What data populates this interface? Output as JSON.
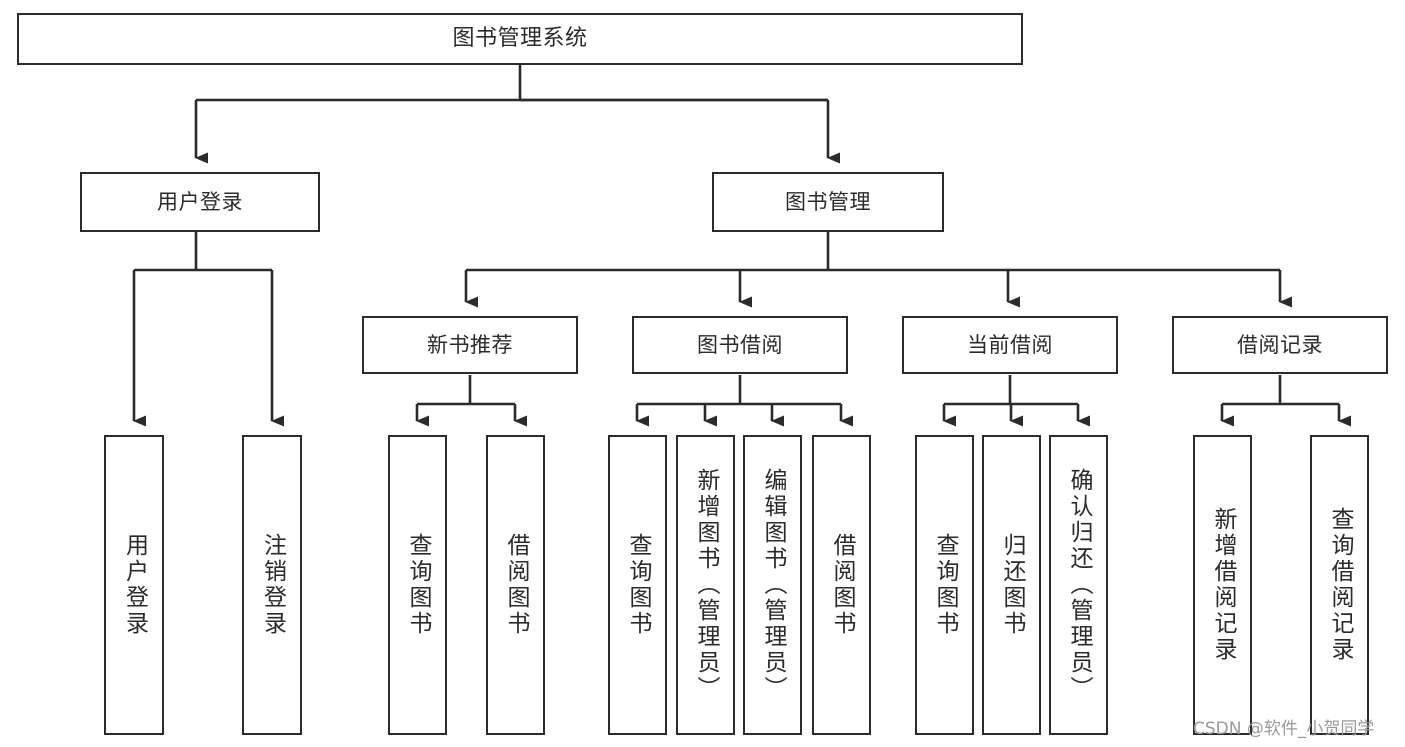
{
  "diagram": {
    "type": "tree-hierarchy-chart",
    "title": "图书管理系统",
    "orientation": "top-down",
    "stroke_color": "#2b2b2b",
    "fill_color": "#ffffff",
    "background_color": "#ffffff"
  },
  "nodes": {
    "root": {
      "label": "图书管理系统",
      "level": 0
    },
    "level1": [
      {
        "id": "user-login",
        "label": "用户登录"
      },
      {
        "id": "book-manage",
        "label": "图书管理"
      }
    ],
    "level2": [
      {
        "id": "new-book-recommend",
        "label": "新书推荐",
        "parent": "book-manage"
      },
      {
        "id": "book-borrow",
        "label": "图书借阅",
        "parent": "book-manage"
      },
      {
        "id": "current-borrow",
        "label": "当前借阅",
        "parent": "book-manage"
      },
      {
        "id": "borrow-record",
        "label": "借阅记录",
        "parent": "book-manage"
      }
    ],
    "leaves": {
      "user-login": [
        {
          "id": "leaf-user-login",
          "label": "用户登录"
        },
        {
          "id": "leaf-logout",
          "label": "注销登录"
        }
      ],
      "new-book-recommend": [
        {
          "id": "leaf-query-book-1",
          "label": "查询图书"
        },
        {
          "id": "leaf-borrow-book-1",
          "label": "借阅图书"
        }
      ],
      "book-borrow": [
        {
          "id": "leaf-query-book-2",
          "label": "查询图书"
        },
        {
          "id": "leaf-add-book",
          "label": "新增图书（管理员）"
        },
        {
          "id": "leaf-edit-book",
          "label": "编辑图书（管理员）"
        },
        {
          "id": "leaf-borrow-book-2",
          "label": "借阅图书"
        }
      ],
      "current-borrow": [
        {
          "id": "leaf-query-book-3",
          "label": "查询图书"
        },
        {
          "id": "leaf-return-book",
          "label": "归还图书"
        },
        {
          "id": "leaf-confirm-return",
          "label": "确认归还（管理员）"
        }
      ],
      "borrow-record": [
        {
          "id": "leaf-add-record",
          "label": "新增借阅记录"
        },
        {
          "id": "leaf-query-record",
          "label": "查询借阅记录"
        }
      ]
    }
  },
  "watermark": {
    "text": "CSDN @软件_小贺同学",
    "color": "#9a9a9a"
  }
}
